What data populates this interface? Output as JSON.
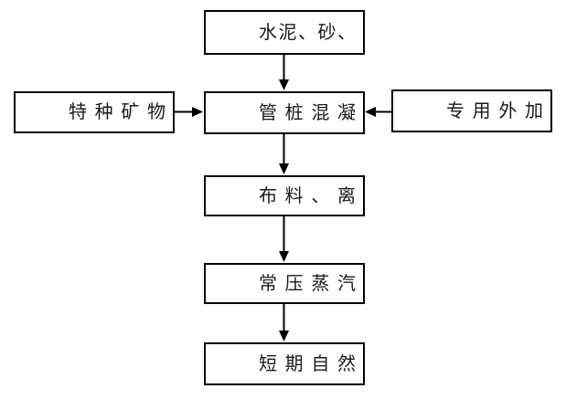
{
  "diagram": {
    "type": "flowchart",
    "background_color": "#ffffff",
    "line_color": "#000000",
    "box_border_color": "#000000",
    "text_color": "#1a1a1a",
    "nodes": [
      {
        "id": "raw-materials",
        "label": "水泥、砂、"
      },
      {
        "id": "special-minerals",
        "label": "特种矿物"
      },
      {
        "id": "pipe-pile-concrete",
        "label": "管桩混凝"
      },
      {
        "id": "special-additive",
        "label": "专用外加"
      },
      {
        "id": "distribution",
        "label": "布料、离"
      },
      {
        "id": "steam-curing",
        "label": "常压蒸汽"
      },
      {
        "id": "natural-curing",
        "label": "短期自然"
      }
    ],
    "edges": [
      {
        "from": "raw-materials",
        "to": "pipe-pile-concrete",
        "direction": "down"
      },
      {
        "from": "special-minerals",
        "to": "pipe-pile-concrete",
        "direction": "right"
      },
      {
        "from": "special-additive",
        "to": "pipe-pile-concrete",
        "direction": "left"
      },
      {
        "from": "pipe-pile-concrete",
        "to": "distribution",
        "direction": "down"
      },
      {
        "from": "distribution",
        "to": "steam-curing",
        "direction": "down"
      },
      {
        "from": "steam-curing",
        "to": "natural-curing",
        "direction": "down"
      }
    ]
  }
}
